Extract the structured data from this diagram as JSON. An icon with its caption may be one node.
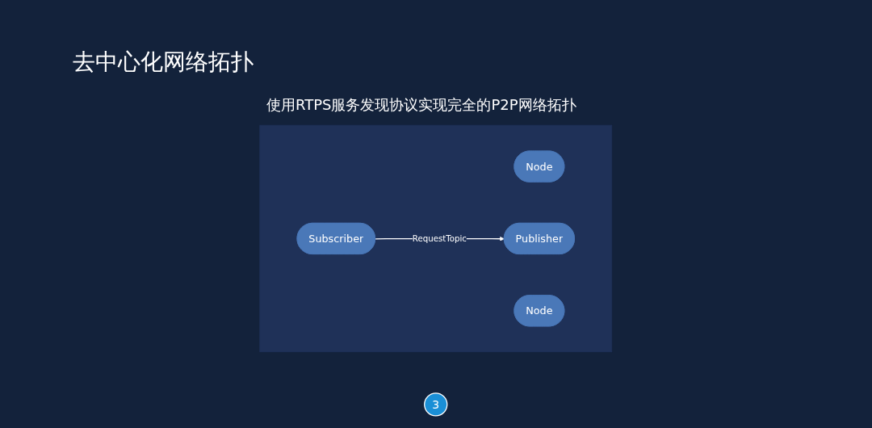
{
  "diagram": {
    "title": "去中心化网络拓扑",
    "nodes": [
      {
        "text": [
          "3"
        ]
      },
      {
        "text": [],
        "shape": "box"
      },
      {
        "text": [
          "Node"
        ],
        "in": 1
      },
      {
        "text": [
          "Node"
        ],
        "in": 1
      },
      {
        "text": [
          "Subscriber"
        ],
        "in": 1
      },
      {
        "text": [
          "Publisher"
        ],
        "in": 1
      }
    ],
    "edges": [
      {
        "from": 4,
        "to": 5,
        "arrow": "to",
        "label": "RequestTopic"
      }
    ],
    "labels": [
      "使用RTPS服务发现协议实现完全的P2P网络拓扑"
    ]
  }
}
